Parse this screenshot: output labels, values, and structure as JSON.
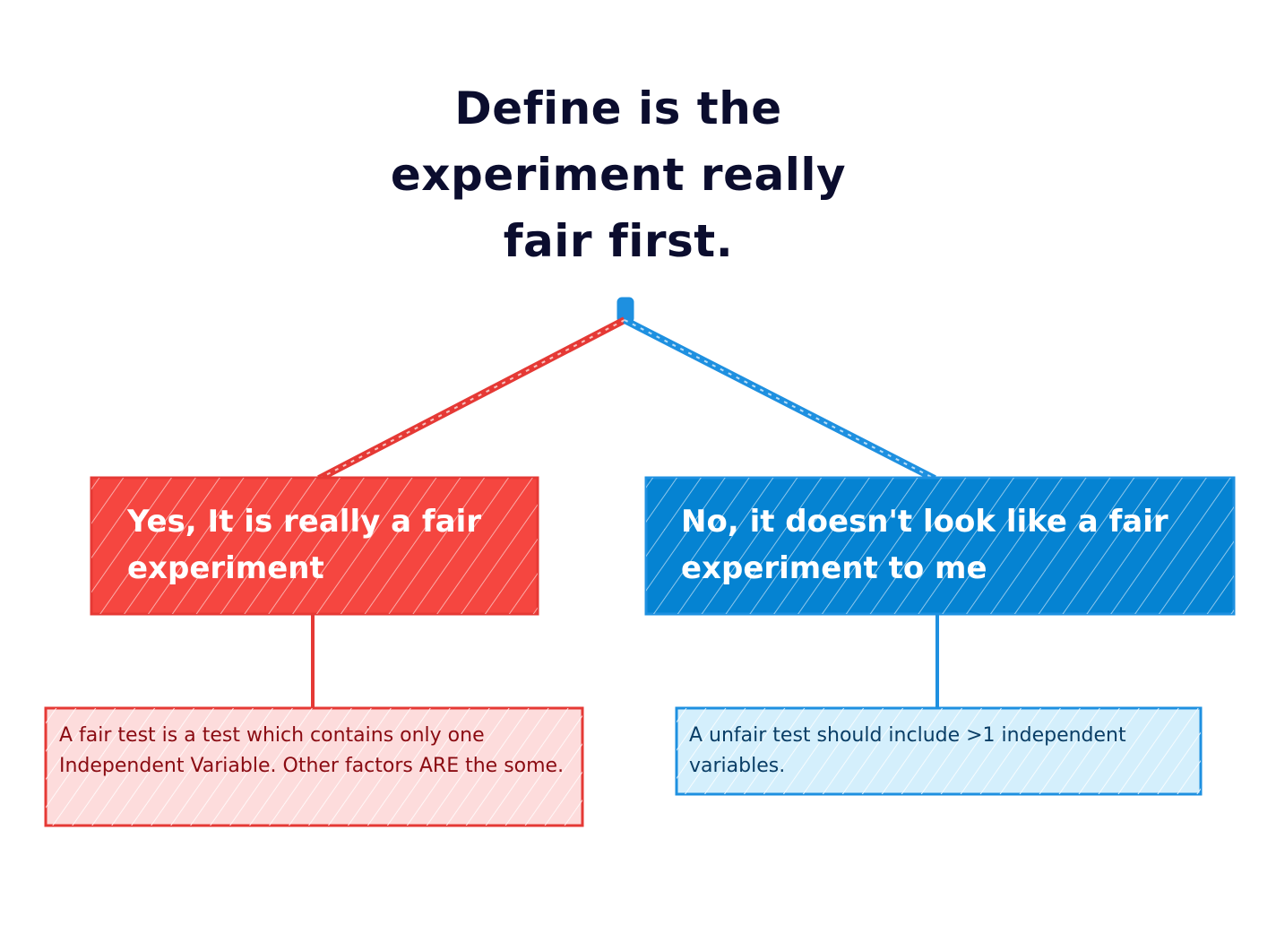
{
  "title": "Define is the experiment really fair first.",
  "nodes": {
    "yes": {
      "label": "Yes, It is really a fair experiment",
      "fill": "#f54640",
      "stroke": "#e53935"
    },
    "no": {
      "label": "No, it doesn't look like a fair experiment to me",
      "fill": "#0583d2",
      "stroke": "#1e90e0"
    },
    "fair_note": {
      "text": "A fair test is a test which contains only one Independent Variable. Other factors ARE the some.",
      "fill": "#fddcdc",
      "stroke": "#e53935"
    },
    "unfair_note": {
      "text": "A unfair test should include >1 independent variables.",
      "fill": "#d4effc",
      "stroke": "#1e90e0"
    }
  },
  "colors": {
    "title": "#0b0d2e",
    "left_branch": "#e53935",
    "right_branch": "#1e90e0"
  }
}
